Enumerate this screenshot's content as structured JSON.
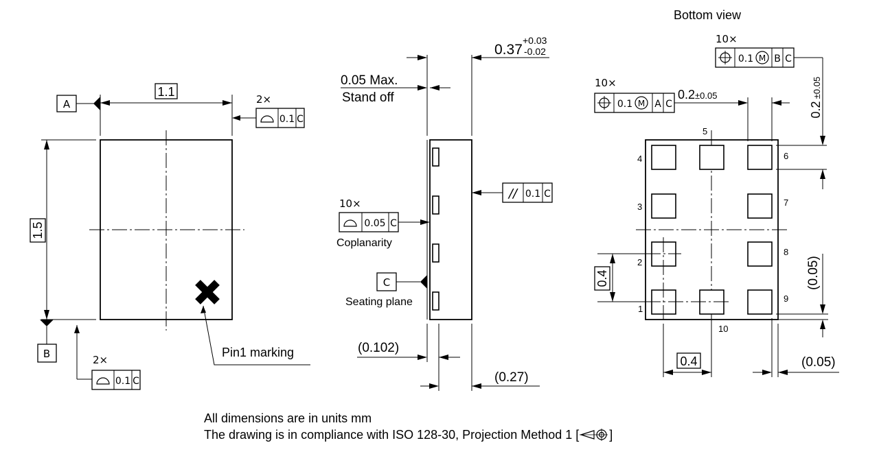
{
  "view_titles": {
    "bottom_view": "Bottom view"
  },
  "datums": {
    "a": "A",
    "b": "B",
    "c": "C"
  },
  "top_view": {
    "width_dim": "1.1",
    "height_dim": "1.5",
    "mult_top": "2×",
    "mult_bottom": "2×",
    "flatness_top_value": "0.1",
    "flatness_top_datum": "C",
    "flatness_bottom_value": "0.1",
    "flatness_bottom_datum": "C",
    "pin1_label": "Pin1 marking"
  },
  "side_view": {
    "thickness_nominal": "0.37",
    "thickness_plus": "+0.03",
    "thickness_minus": "-0.02",
    "standoff_line1": "0.05 Max.",
    "standoff_line2": "Stand off",
    "parallelism_value": "0.1",
    "parallelism_datum": "C",
    "parallelism_symbol": "//",
    "coplanarity_mult": "10×",
    "coplanarity_value": "0.05",
    "coplanarity_datum": "C",
    "coplanarity_label": "Coplanarity",
    "seating_plane_label": "Seating plane",
    "dim_0102": "(0.102)",
    "dim_027": "(0.27)"
  },
  "bottom_view": {
    "pos_top_mult": "10×",
    "pos_top_value": "0.1",
    "pos_top_modifier": "M",
    "pos_top_datum1": "B",
    "pos_top_datum2": "C",
    "pos_left_mult": "10×",
    "pos_left_value": "0.1",
    "pos_left_modifier": "M",
    "pos_left_datum1": "A",
    "pos_left_datum2": "C",
    "pad_width_dim": "0.2",
    "pad_width_tol": "±0.05",
    "pad_height_dim": "0.2",
    "pad_height_tol": "±0.05",
    "pitch_v": "0.4",
    "pitch_h": "0.4",
    "offset_v": "(0.05)",
    "offset_h": "(0.05)",
    "pins": [
      "1",
      "2",
      "3",
      "4",
      "5",
      "6",
      "7",
      "8",
      "9",
      "10"
    ]
  },
  "notes": {
    "line1": "All dimensions are in units mm",
    "line2_prefix": "The drawing is in compliance with ISO 128-30, Projection Method 1 [",
    "line2_suffix": "]"
  }
}
